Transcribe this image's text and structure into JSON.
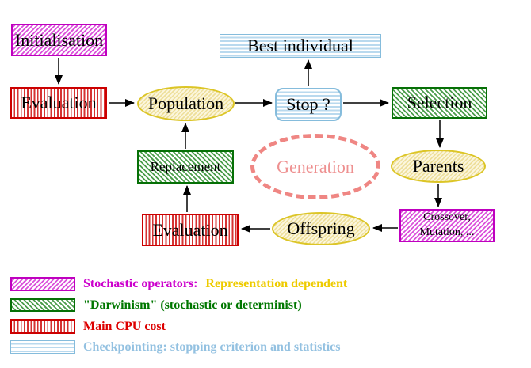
{
  "title": "Evolutionary algorithm cycle diagram",
  "colors": {
    "magenta": "#cc00cc",
    "green": "#007700",
    "red": "#cc0000",
    "light_blue": "#85bcdc",
    "yellow_gold": "#eecb00",
    "salmon": "#ef8683",
    "arrow_black": "#000000"
  },
  "nodes": {
    "initialisation": "Initialisation",
    "evaluation_top": "Evaluation",
    "population": "Population",
    "stop": "Stop ?",
    "best_individual": "Best individual",
    "selection": "Selection",
    "parents": "Parents",
    "crossover": "Crossover,\nMutation, ...",
    "offspring": "Offspring",
    "evaluation_bottom": "Evaluation",
    "replacement": "Replacement",
    "generation": "Generation"
  },
  "legend": {
    "stochastic_label": "Stochastic operators:",
    "stochastic_note": "Representation dependent",
    "darwinism_label": "\"Darwinism\" (stochastic or determinist)",
    "cpu_label": "Main CPU cost",
    "checkpointing_label": "Checkpointing: stopping criterion and statistics"
  }
}
